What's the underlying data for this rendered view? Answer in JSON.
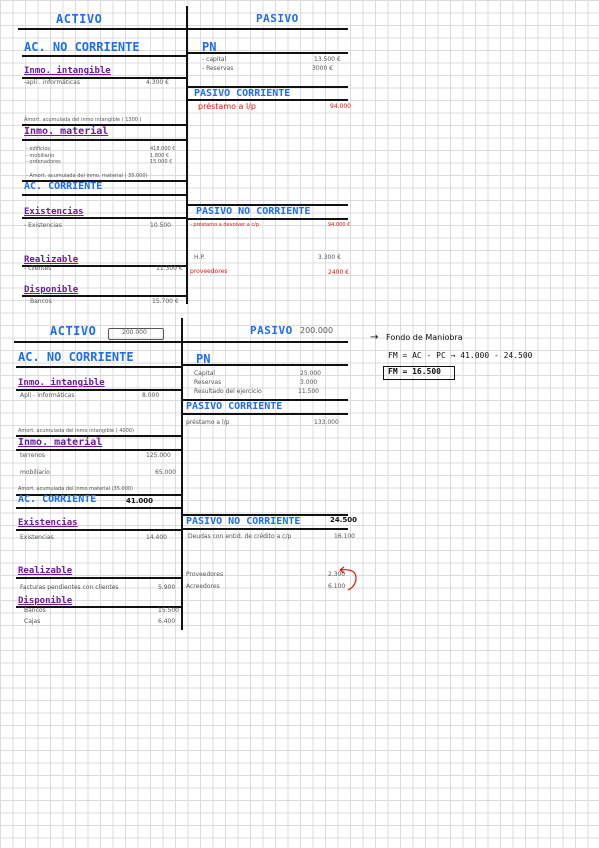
{
  "top": {
    "activo": "ACTIVO",
    "pasivo": "PASIVO",
    "ac_no_corriente": "AC. NO CORRIENTE",
    "inmo_intangible": "Inmo. intangible",
    "app_line": "-apli . informáticas",
    "app_val": "4.300 €",
    "amort_intangible": "Amort. acumulada del inmo intangible ( 1300 )",
    "inmo_material": "Inmo. material",
    "edificios": "- edificios",
    "edificios_val": "418.000 €",
    "mobiliario": "- mobiliario",
    "mobiliario_val": "1.800 €",
    "ordenadores": "- ordenadores",
    "ordenadores_val": "15.000 €",
    "amort_material": "- Amort. acumulada del inmo. material ( 35.000)",
    "ac_corriente": "AC. CORRIENTE",
    "existencias": "Existencias",
    "existencias_line": "- Existencias",
    "existencias_val": "10.500",
    "realizable": "Realizable",
    "clientes": "- clientes",
    "clientes_val": "11.300 €",
    "disponible": "Disponible",
    "bancos": "Bancos",
    "bancos_val": "15.700 €",
    "pn": "PN",
    "capital": "- capital",
    "capital_val": "13.500 €",
    "reservas": "- Reservas",
    "reservas_val": "3000 €",
    "pasivo_corriente": "PASIVO CORRIENTE",
    "prestamo": "préstamo a l/p",
    "prestamo_val": "94.000",
    "pasivo_no_corriente": "PASIVO NO CORRIENTE",
    "prestamo_dev": "- préstamo a devolver a c/p",
    "prestamo_dev_val": "94.000 €",
    "hp": "H.P.",
    "hp_val": "3.300 €",
    "proveedores": "proveedores",
    "proveedores_val": "2400 €"
  },
  "bottom": {
    "activo": "ACTIVO",
    "activo_total": "200.000",
    "pasivo": "PASIVO",
    "pasivo_total": "200.000",
    "ac_no_corriente": "AC. NO CORRIENTE",
    "inmo_intangible": "Inmo. intangible",
    "app_line": "Apli - informáticas",
    "app_val": "8.000",
    "amort_intangible": "Amort. acumulada del inmo intangible ( 4000)",
    "inmo_material": "Inmo. material",
    "terrenos": "terrenos",
    "terrenos_val": "125.000",
    "mobiliario": "mobiliario",
    "mobiliario_val": "65.000",
    "amort_material": "Amort. acumulada del inmo material (35.000)",
    "ac_corriente": "AC. CORRIENTE",
    "ac_corriente_val": "41.000",
    "existencias": "Existencias",
    "existencias_line": "Existencias",
    "existencias_val": "14.400",
    "realizable": "Realizable",
    "facturas": "Facturas pendientes con clientes",
    "facturas_val": "5.900",
    "disponible": "Disponible",
    "bancos": "Bancos",
    "bancos_val": "15.500",
    "cajas": "Cajas",
    "cajas_val": "6.400",
    "pn": "PN",
    "capital": "Capital",
    "capital_val": "25.000",
    "reservas": "Reservas",
    "reservas_val": "3.000",
    "resultado": "Resultado del ejercicio",
    "resultado_val": "11.500",
    "pasivo_corriente": "PASIVO CORRIENTE",
    "prestamo": "préstamo a l/p",
    "prestamo_val": "133.000",
    "pasivo_no_corriente": "PASIVO NO CORRIENTE",
    "pasivo_no_corriente_val": "24.500",
    "deudas": "Deudas con entid. de crédito a c/p",
    "deudas_val": "16.100",
    "proveedores": "Proveedores",
    "proveedores_val": "2.300",
    "acreedores": "Acreedores",
    "acreedores_val": "6.100"
  },
  "note": {
    "arrow": "→",
    "title": "Fondo de Maniobra",
    "formula": "FM = AC - PC → 41.000 - 24.500",
    "result": "FM = 16.500"
  }
}
